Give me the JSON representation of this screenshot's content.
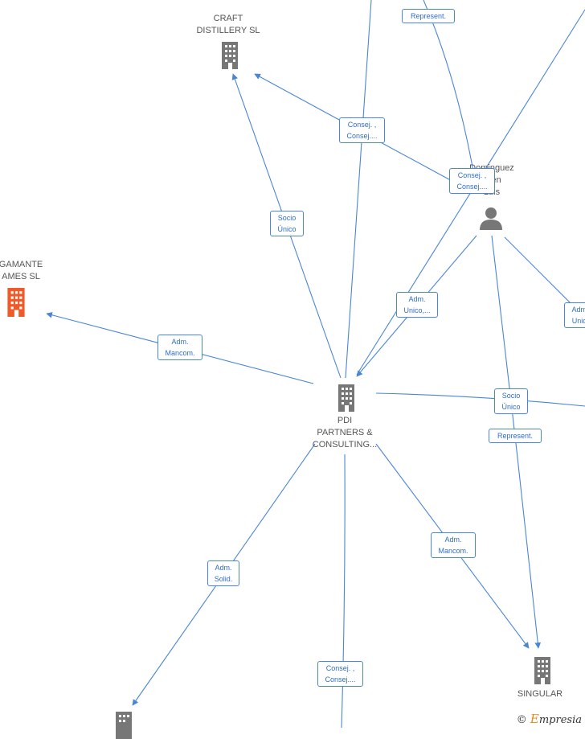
{
  "colors": {
    "edge": "#4a86d8",
    "node_gray": "#777777",
    "node_highlight": "#f05a28"
  },
  "nodes": {
    "craft": {
      "label_line1": "CRAFT",
      "label_line2": "DISTILLERY  SL",
      "icon": "building-icon"
    },
    "gamante": {
      "label_line1": "GAMANTE",
      "label_line2": "AMES  SL",
      "icon": "building-icon"
    },
    "pdi": {
      "label_line1": "PDI",
      "label_line2": "PARTNERS &",
      "label_line3": "CONSULTING...",
      "icon": "building-icon"
    },
    "person": {
      "label_line1": "Dominguez",
      "label_line2": "Aren",
      "label_line3": "Luis",
      "icon": "person-icon"
    },
    "singular": {
      "label_line1": "SINGULAR",
      "icon": "building-icon"
    },
    "bottom_left": {
      "icon": "building-icon"
    }
  },
  "edge_labels": {
    "represent_top": "Represent.",
    "consej_center_1": "Consej. ,",
    "consej_center_2": "Consej....",
    "consej_person_1": "Consej. ,",
    "consej_person_2": "Consej....",
    "socio_unico_craft_1": "Socio",
    "socio_unico_craft_2": "Único",
    "adm_mancom_left_1": "Adm.",
    "adm_mancom_left_2": "Mancom.",
    "adm_unico_1": "Adm.",
    "adm_unico_2": "Unico,...",
    "adm_right_1": "Adm.",
    "adm_right_2": "Unic.",
    "socio_unico_right_1": "Socio",
    "socio_unico_right_2": "Único",
    "represent_right": "Represent.",
    "adm_solid_1": "Adm.",
    "adm_solid_2": "Solid.",
    "adm_mancom_bottom_1": "Adm.",
    "adm_mancom_bottom_2": "Mancom.",
    "consej_bottom_1": "Consej. ,",
    "consej_bottom_2": "Consej...."
  },
  "brand": {
    "copyright": "©",
    "first_letter": "E",
    "rest": "mpresia"
  }
}
